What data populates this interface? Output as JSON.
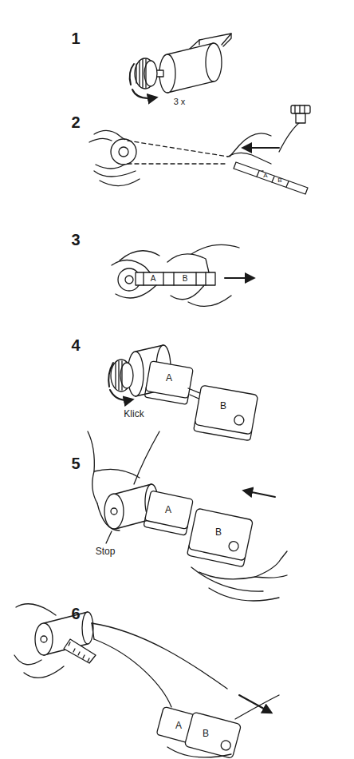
{
  "diagram": {
    "labels": [
      "1",
      "3 x",
      "2",
      "A",
      "B",
      "3",
      "A",
      "B",
      "4",
      "A",
      "B",
      "Klick",
      "5",
      "A",
      "B",
      "Stop",
      "6",
      "A",
      "B"
    ]
  }
}
